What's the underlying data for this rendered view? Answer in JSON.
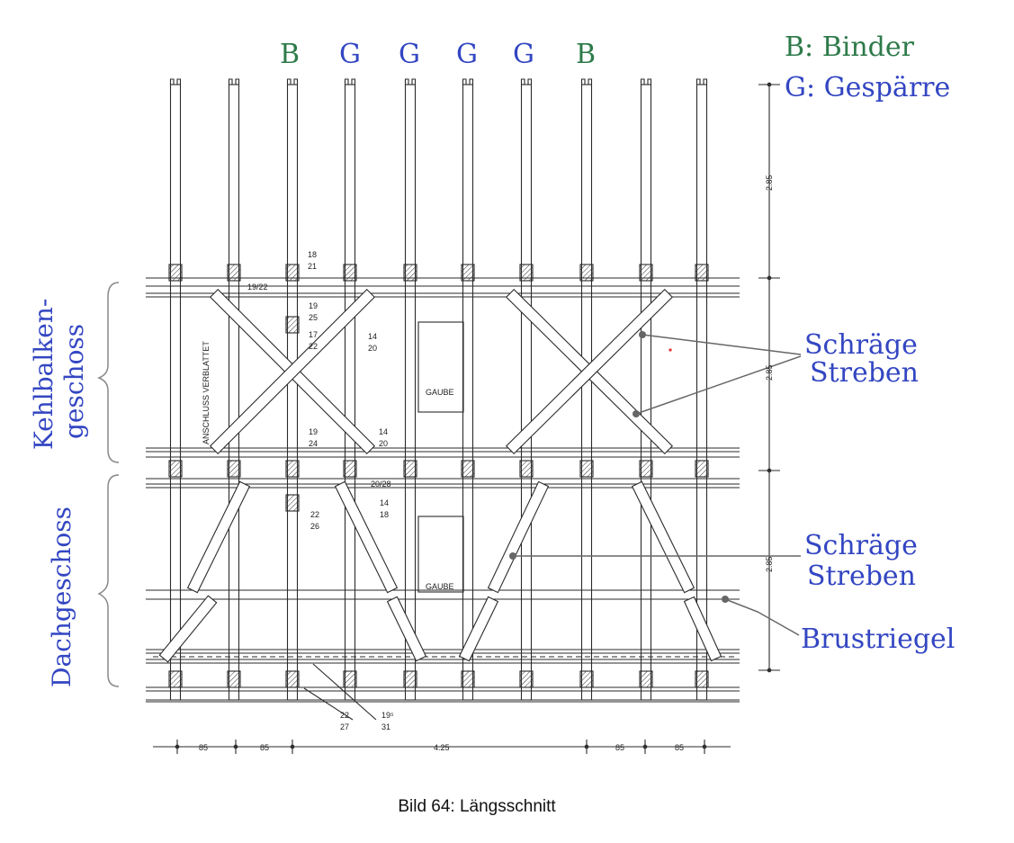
{
  "header_letters": [
    "B",
    "G",
    "G",
    "G",
    "G",
    "B"
  ],
  "legend": {
    "binder": "B: Binder",
    "gesparre": "G: Gespärre"
  },
  "side_labels": {
    "upper": [
      "Kehlbalken-",
      "geschoss"
    ],
    "lower": "Dachgeschoss"
  },
  "annotations": {
    "schraege_upper": [
      "Schräge",
      "Streben"
    ],
    "schraege_lower": [
      "Schräge",
      "Streben"
    ],
    "brustriegel": "Brustriegel"
  },
  "section_labels": {
    "d18_21": [
      "18",
      "21"
    ],
    "d19_22": "19/22",
    "d19_25": [
      "19",
      "25"
    ],
    "d17_22": [
      "17",
      "22"
    ],
    "d14_20a": [
      "14",
      "20"
    ],
    "d19_24": [
      "19",
      "24"
    ],
    "d14_20b": [
      "14",
      "20"
    ],
    "d20_28": "20/28",
    "d14_18": [
      "14",
      "18"
    ],
    "d22_26": [
      "22",
      "26"
    ],
    "d22_27": [
      "22",
      "27"
    ],
    "d195_31": [
      "19⁵",
      "31"
    ],
    "anschluss": "ANSCHLUSS VERBLATTET",
    "gaube1": "GAUBE",
    "gaube2": "GAUBE"
  },
  "dimensions": {
    "vertical": [
      "2.85",
      "2.85",
      "2.85"
    ],
    "horizontal": [
      "85",
      "85",
      "4.25",
      "85",
      "85"
    ]
  },
  "colors": {
    "green": "#2e7a4a",
    "blue": "#3346c2",
    "ink": "#2a2a2a",
    "annot": "#666666"
  },
  "caption": "Bild 64: Längsschnitt"
}
